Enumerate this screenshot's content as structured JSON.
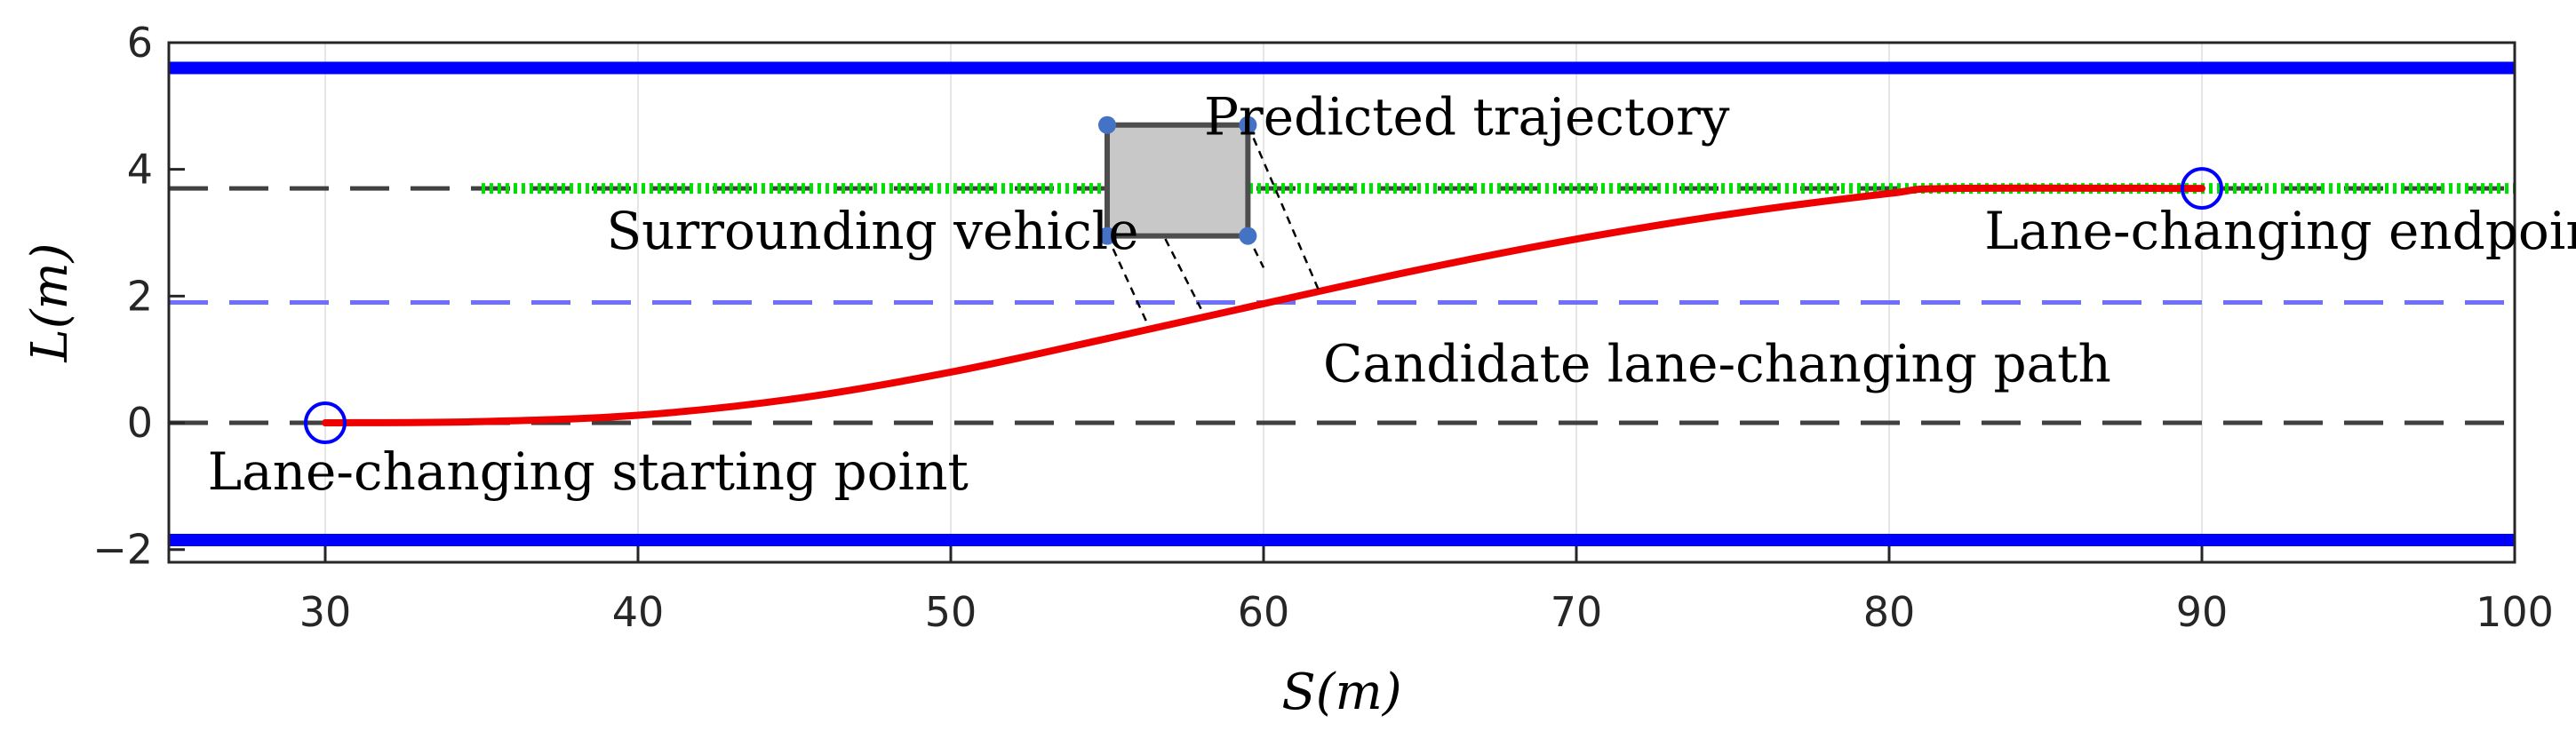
{
  "chart_data": {
    "type": "line",
    "xlabel": "S(m)",
    "ylabel": "L(m)",
    "xlim": [
      25,
      100
    ],
    "ylim": [
      -2.2,
      6
    ],
    "x_ticks": [
      "30",
      "40",
      "50",
      "60",
      "70",
      "80",
      "90",
      "100"
    ],
    "y_ticks": [
      "6",
      "4",
      "2",
      "0",
      "−2"
    ],
    "grid": "x-only",
    "road_boundaries": [
      {
        "y": 5.6,
        "style": "solid",
        "color": "#0000ff"
      },
      {
        "y": -1.85,
        "style": "solid",
        "color": "#0000ff"
      }
    ],
    "lane_lines": [
      {
        "y": 3.7,
        "style": "dashed",
        "color": "#404040"
      },
      {
        "y": 1.9,
        "style": "dashed",
        "color": "#6f6fff"
      },
      {
        "y": 0.0,
        "style": "dashed",
        "color": "#404040"
      }
    ],
    "series": [
      {
        "role": "candidate-path",
        "color": "#ee0000",
        "x": [
          30,
          35,
          40,
          45,
          50,
          55,
          60,
          65,
          70,
          75,
          80,
          82,
          90
        ],
        "y": [
          0.0,
          0.02,
          0.12,
          0.38,
          0.8,
          1.33,
          1.88,
          2.42,
          2.9,
          3.3,
          3.62,
          3.7,
          3.7
        ]
      },
      {
        "role": "predicted-trajectory",
        "color": "#00e000",
        "x_range": [
          35,
          100
        ],
        "y": 3.7
      }
    ],
    "vehicle": {
      "corners": [
        [
          55,
          4.7
        ],
        [
          59.5,
          4.7
        ],
        [
          59.5,
          2.95
        ],
        [
          55,
          2.95
        ]
      ],
      "fill": "#c8c8c8",
      "corner_color": "#4472c4",
      "projection_lines": [
        [
          [
            55.0,
            4.7
          ],
          [
            58.0,
            1.8
          ]
        ],
        [
          [
            55.0,
            2.95
          ],
          [
            56.3,
            1.55
          ]
        ],
        [
          [
            59.5,
            4.7
          ],
          [
            61.8,
            2.05
          ]
        ],
        [
          [
            59.5,
            2.95
          ],
          [
            60.0,
            2.45
          ]
        ]
      ]
    },
    "markers": [
      {
        "x": 30,
        "y": 0.0
      },
      {
        "x": 90,
        "y": 3.7
      }
    ],
    "annotations": [
      {
        "text": "Predicted trajectory",
        "x": 66.5,
        "y": 4.55
      },
      {
        "text": "Surrounding vehicle",
        "x": 47.5,
        "y": 2.75
      },
      {
        "text": "Lane-changing endpoint",
        "x": 93.2,
        "y": 2.75
      },
      {
        "text": "Candidate lane-changing path",
        "x": 74.5,
        "y": 0.65
      },
      {
        "text": "Lane-changing starting point",
        "x": 38.4,
        "y": -1.05
      }
    ]
  }
}
